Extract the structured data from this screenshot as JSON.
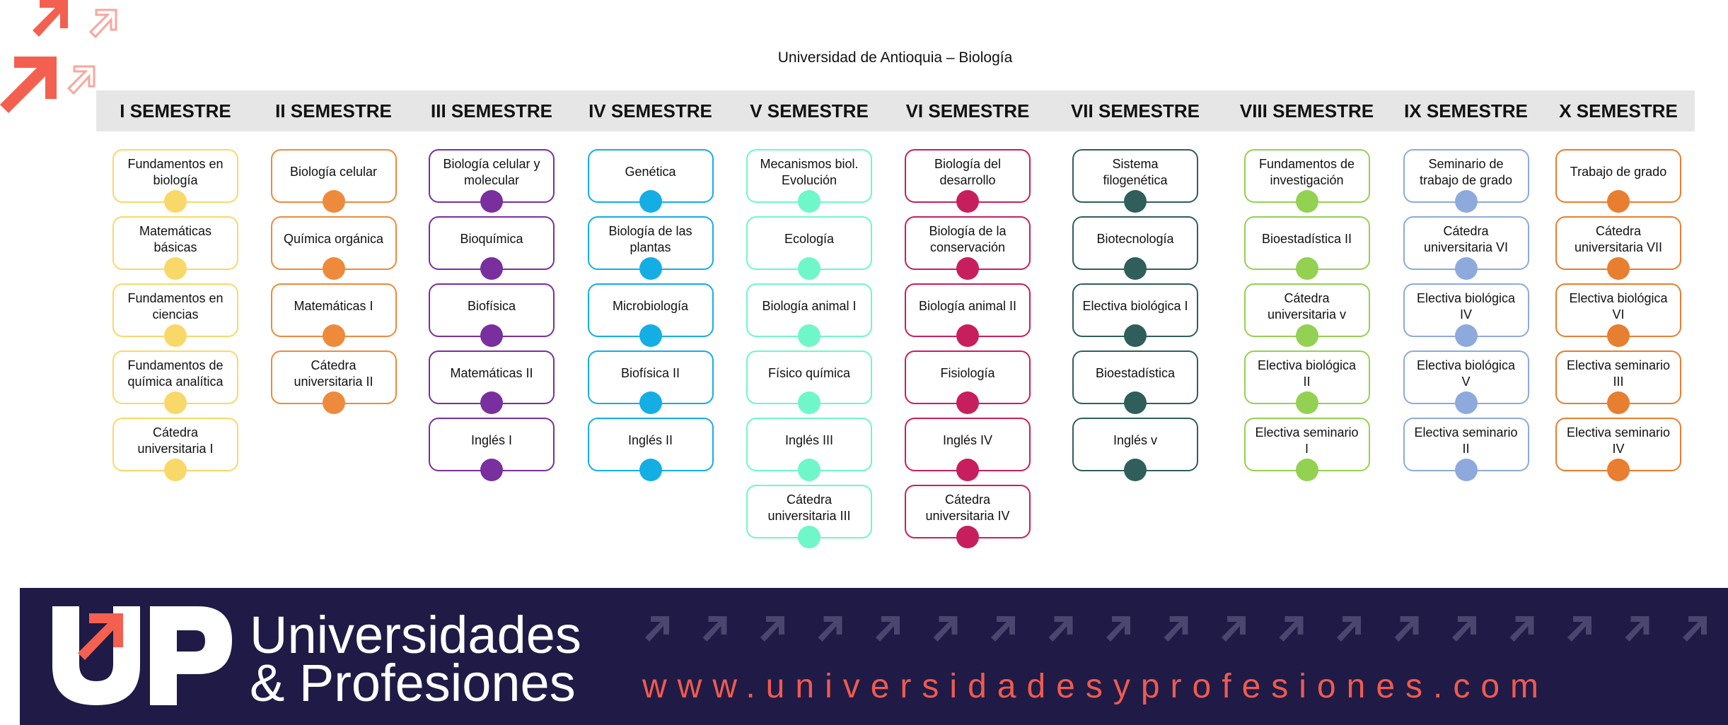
{
  "title": "Universidad de Antioquia – Biología",
  "colors": {
    "header_bg": "#e6e6e6",
    "footer_bg": "#1f1b46",
    "brand_text": "#ffffff",
    "url_text": "#f05a4f",
    "logo_coral": "#f4604f"
  },
  "semesters": [
    {
      "label": "I SEMESTRE",
      "color": "#f9d86a",
      "courses": [
        {
          "name": "Fundamentos en biología"
        },
        {
          "name": "Matemáticas básicas"
        },
        {
          "name": "Fundamentos en ciencias"
        },
        {
          "name": "Fundamentos de química analítica"
        },
        {
          "name": "Cátedra universitaria I"
        }
      ]
    },
    {
      "label": "II SEMESTRE",
      "color": "#ee8a3c",
      "courses": [
        {
          "name": "Biología celular"
        },
        {
          "name": "Química orgánica"
        },
        {
          "name": "Matemáticas I"
        },
        {
          "name": "Cátedra universitaria II"
        }
      ]
    },
    {
      "label": "III SEMESTRE",
      "color": "#7a2f9e",
      "courses": [
        {
          "name": "Biología celular y molecular"
        },
        {
          "name": "Bioquímica"
        },
        {
          "name": "Biofísica"
        },
        {
          "name": "Matemáticas II"
        },
        {
          "name": "Inglés I"
        }
      ]
    },
    {
      "label": "IV SEMESTRE",
      "color": "#14aee4",
      "courses": [
        {
          "name": "Genética"
        },
        {
          "name": "Biología de las plantas"
        },
        {
          "name": "Microbiología"
        },
        {
          "name": "Biofísica II"
        },
        {
          "name": "Inglés II"
        }
      ]
    },
    {
      "label": "V SEMESTRE",
      "color": "#6ff7c9",
      "courses": [
        {
          "name": "Mecanismos biol. Evolución"
        },
        {
          "name": "Ecología"
        },
        {
          "name": "Biología animal I"
        },
        {
          "name": "Físico química"
        },
        {
          "name": "Inglés III"
        },
        {
          "name": "Cátedra universitaria III"
        }
      ]
    },
    {
      "label": "VI SEMESTRE",
      "color": "#c71f5e",
      "courses": [
        {
          "name": "Biología del desarrollo"
        },
        {
          "name": "Biología de la conservación"
        },
        {
          "name": "Biología animal II"
        },
        {
          "name": "Fisiología"
        },
        {
          "name": "Inglés IV"
        },
        {
          "name": "Cátedra universitaria IV"
        }
      ]
    },
    {
      "label": "VII SEMESTRE",
      "color": "#2f5e5b",
      "courses": [
        {
          "name": "Sistema filogenética"
        },
        {
          "name": "Biotecnología"
        },
        {
          "name": "Electiva biológica I"
        },
        {
          "name": "Bioestadística"
        },
        {
          "name": "Inglés v"
        }
      ]
    },
    {
      "label": "VIII SEMESTRE",
      "color": "#93d152",
      "courses": [
        {
          "name": "Fundamentos de investigación"
        },
        {
          "name": "Bioestadística II"
        },
        {
          "name": "Cátedra universitaria v"
        },
        {
          "name": "Electiva biológica II"
        },
        {
          "name": "Electiva seminario I"
        }
      ]
    },
    {
      "label": "IX SEMESTRE",
      "color": "#8eaadc",
      "courses": [
        {
          "name": "Seminario de trabajo de grado"
        },
        {
          "name": "Cátedra universitaria VI"
        },
        {
          "name": "Electiva biológica IV"
        },
        {
          "name": "Electiva biológica V"
        },
        {
          "name": "Electiva seminario II"
        }
      ]
    },
    {
      "label": "X SEMESTRE",
      "color": "#e87e2f",
      "courses": [
        {
          "name": "Trabajo de grado"
        },
        {
          "name": "Cátedra universitaria VII"
        },
        {
          "name": "Electiva biológica VI"
        },
        {
          "name": "Electiva seminario III"
        },
        {
          "name": "Electiva seminario IV"
        }
      ]
    }
  ],
  "footer": {
    "logo_text": "UP",
    "brand_line1": "Universidades",
    "brand_line2": "& Profesiones",
    "url": "www.universidadesyprofesiones.com"
  }
}
